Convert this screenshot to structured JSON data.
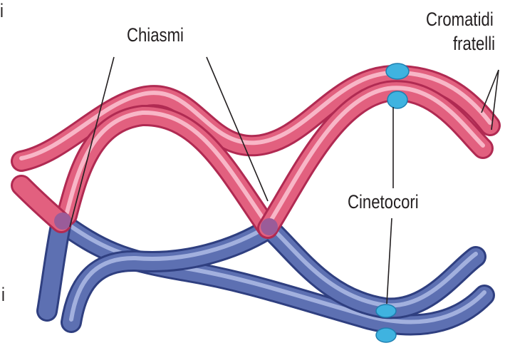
{
  "labels": {
    "chiasmata": "Chiasmi",
    "sister_chromatids_line1": "Cromatidi",
    "sister_chromatids_line2": "fratelli",
    "kinetochores": "Cinetocori",
    "cropped_left_top": "i",
    "cropped_left_bottom": "i"
  },
  "colors": {
    "pink_chromatid": "#e0577a",
    "pink_highlight": "#f7b8c8",
    "blue_chromatid": "#5668a8",
    "blue_highlight": "#aab6e0",
    "kinetochore": "#3fb3e0",
    "leader_line": "#231f20"
  }
}
